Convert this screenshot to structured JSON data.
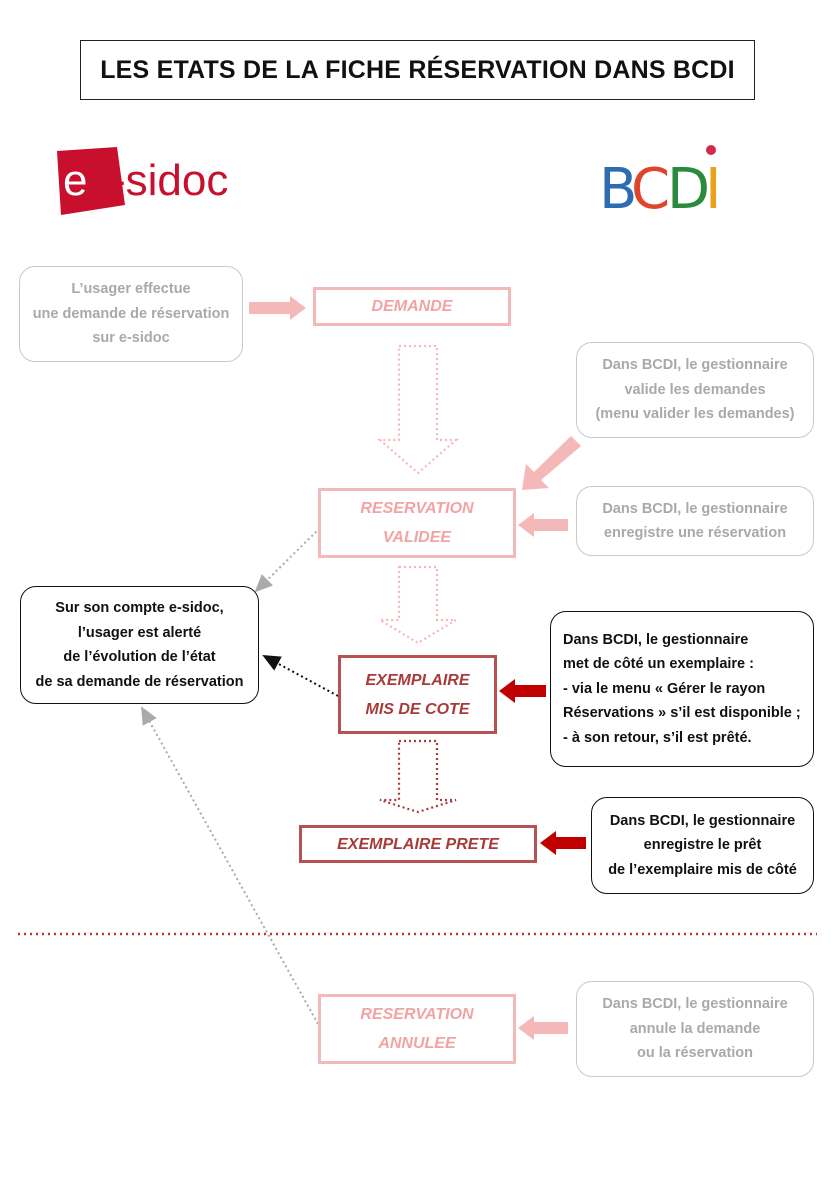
{
  "title": "LES ETATS DE LA FICHE RÉSERVATION DANS BCDI",
  "logos": {
    "esidoc": {
      "prefix": "e",
      "suffix": "-sidoc",
      "color": "#c8102e"
    },
    "bcdi": {
      "letters": [
        "B",
        "C",
        "D",
        "I"
      ],
      "colors": [
        "#2b6cb3",
        "#e0442b",
        "#2a8a3e",
        "#e8a21c"
      ]
    }
  },
  "notes": {
    "usager_demande": "L’usager effectue\nune demande de réservation\nsur e-sidoc",
    "valide_demandes": "Dans BCDI, le gestionnaire\nvalide les demandes\n(menu valider les demandes)",
    "enregistre_reservation": "Dans BCDI, le gestionnaire\nenregistre une réservation",
    "usager_alerte": "Sur son compte e-sidoc,\nl’usager est alerté\nde l’évolution de l’état\nde sa demande de réservation",
    "met_de_cote": "Dans BCDI, le gestionnaire\nmet de côté un exemplaire :\n- via le menu « Gérer le rayon\nRéservations » s’il est disponible ;\n- à son retour, s’il est prêté.",
    "enregistre_pret": "Dans BCDI, le gestionnaire\nenregistre le prêt\nde l’exemplaire mis de côté",
    "annule": "Dans BCDI, le gestionnaire\nannule la demande\nou la réservation"
  },
  "states": {
    "demande": "DEMANDE",
    "reservation_validee": "RESERVATION\nVALIDEE",
    "exemplaire_mis_de_cote": "EXEMPLAIRE\nMIS DE COTE",
    "exemplaire_prete": "EXEMPLAIRE PRETE",
    "reservation_annulee": "RESERVATION\nANNULEE"
  },
  "colors": {
    "light_red": "#f5b8b8",
    "dark_red": "#b85252",
    "arrow_dark": "#c00000",
    "separator": "#c0392b",
    "faded_gray": "#a9a9a9"
  }
}
